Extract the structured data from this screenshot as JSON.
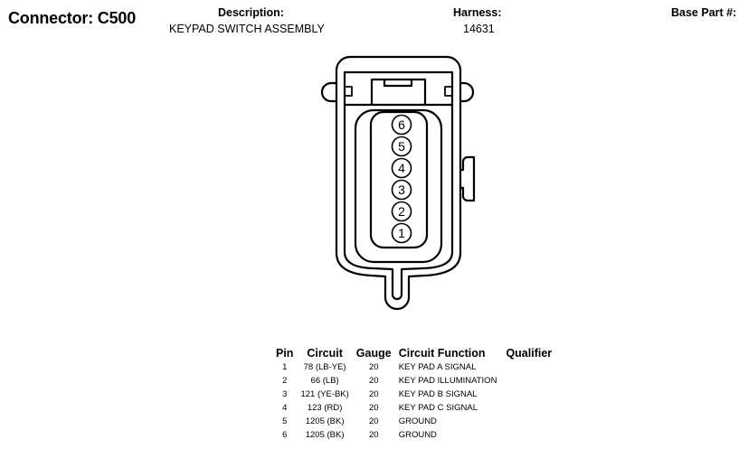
{
  "header": {
    "connector": "Connector: C500",
    "description_label": "Description:",
    "description_value": "KEYPAD SWITCH ASSEMBLY",
    "harness_label": "Harness:",
    "harness_value": "14631",
    "base_part_label": "Base Part #:"
  },
  "diagram": {
    "cavity_labels": [
      "6",
      "5",
      "4",
      "3",
      "2",
      "1"
    ]
  },
  "table": {
    "headers": {
      "pin": "Pin",
      "circuit": "Circuit",
      "gauge": "Gauge",
      "function": "Circuit Function",
      "qualifier": "Qualifier"
    },
    "rows": [
      {
        "pin": "1",
        "circuit": "78 (LB-YE)",
        "gauge": "20",
        "function": "KEY PAD A SIGNAL",
        "qualifier": ""
      },
      {
        "pin": "2",
        "circuit": "66 (LB)",
        "gauge": "20",
        "function": "KEY PAD ILLUMINATION",
        "qualifier": ""
      },
      {
        "pin": "3",
        "circuit": "121 (YE-BK)",
        "gauge": "20",
        "function": "KEY PAD B SIGNAL",
        "qualifier": ""
      },
      {
        "pin": "4",
        "circuit": "123 (RD)",
        "gauge": "20",
        "function": "KEY PAD C SIGNAL",
        "qualifier": ""
      },
      {
        "pin": "5",
        "circuit": "1205 (BK)",
        "gauge": "20",
        "function": "GROUND",
        "qualifier": ""
      },
      {
        "pin": "6",
        "circuit": "1205 (BK)",
        "gauge": "20",
        "function": "GROUND",
        "qualifier": ""
      }
    ]
  }
}
